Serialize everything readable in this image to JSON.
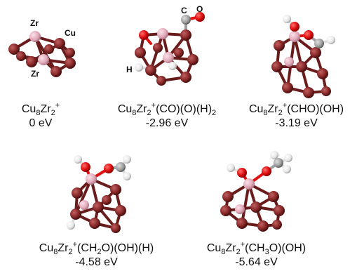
{
  "colors": {
    "cu": "#8b2a2a",
    "cu_dark": "#5a1515",
    "zr": "#e8b4c4",
    "o": "#e01010",
    "c": "#a0a0a0",
    "h": "#f2f2f2",
    "bond": "#6a1c1c"
  },
  "atom_labels": {
    "zr_top": "Zr",
    "zr_bottom": "Zr",
    "cu": "Cu",
    "c": "C",
    "o": "O",
    "h": "H"
  },
  "structures": [
    {
      "formula_base": "Cu",
      "sub1": "8",
      "mid": "Zr",
      "sub2": "2",
      "sup": "+",
      "ligands": "",
      "energy": "0 eV"
    },
    {
      "formula_base": "Cu",
      "sub1": "8",
      "mid": "Zr",
      "sub2": "2",
      "sup": "+",
      "ligands": "(CO)(O)(H)",
      "ligand_sub": "2",
      "energy": "-2.96 eV"
    },
    {
      "formula_base": "Cu",
      "sub1": "8",
      "mid": "Zr",
      "sub2": "2",
      "sup": "+",
      "ligands": "(CHO)(OH)",
      "energy": "-3.19 eV"
    },
    {
      "formula_base": "Cu",
      "sub1": "8",
      "mid": "Zr",
      "sub2": "2",
      "sup": "+",
      "ligands": "(CH",
      "ligand_sub": "2",
      "ligands_tail": "O)(OH)(H)",
      "energy": "-4.58 eV"
    },
    {
      "formula_base": "Cu",
      "sub1": "8",
      "mid": "Zr",
      "sub2": "2",
      "sup": "+",
      "ligands": "(CH",
      "ligand_sub": "3",
      "ligands_tail": "O)(OH)",
      "energy": "-5.64 eV"
    }
  ]
}
